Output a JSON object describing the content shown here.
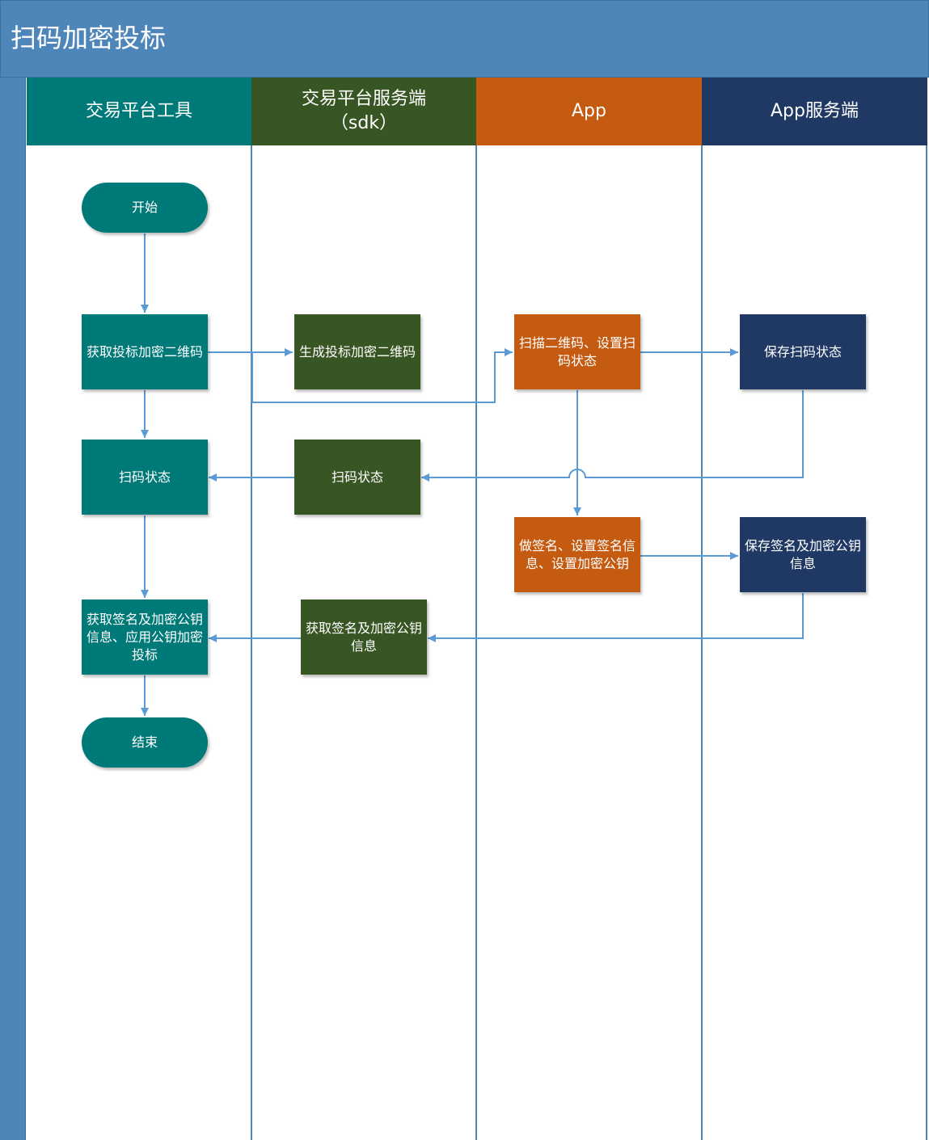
{
  "title": "扫码加密投标",
  "colors": {
    "frame": "#4f86ba",
    "teal": "#007a78",
    "green": "#375623",
    "orange": "#c55a11",
    "navy": "#1f3864",
    "connector": "#5b9bd5"
  },
  "lanes": [
    {
      "label": "交易平台工具"
    },
    {
      "label": "交易平台服务端",
      "sub": "（sdk）"
    },
    {
      "label": "App"
    },
    {
      "label": "App服务端"
    }
  ],
  "nodes": {
    "start": "开始",
    "get_qr": "获取投标加密二维码",
    "gen_qr": "生成投标加密二维码",
    "scan_qr": "扫描二维码、设置扫码状态",
    "save_scan": "保存扫码状态",
    "scan_status_tool": "扫码状态",
    "scan_status_server": "扫码状态",
    "sign": "做签名、设置签名信息、设置加密公钥",
    "save_sign": "保存签名及加密公钥信息",
    "get_sign_tool": "获取签名及加密公钥信息、应用公钥加密投标",
    "get_sign_server": "获取签名及加密公钥信息",
    "end": "结束"
  }
}
